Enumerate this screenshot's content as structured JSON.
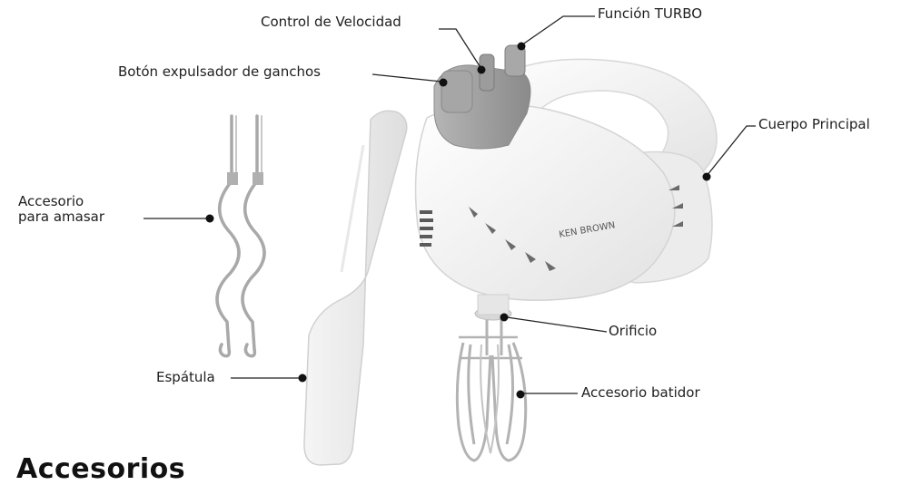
{
  "labels": {
    "speed_control": "Control de Velocidad",
    "turbo": "Función TURBO",
    "eject_button": "Botón expulsador de ganchos",
    "main_body": "Cuerpo Principal",
    "dough_hook_line1": "Accesorio",
    "dough_hook_line2": "para amasar",
    "orifice": "Orificio",
    "spatula": "Espátula",
    "beater": "Accesorio batidor"
  },
  "brand": "KEN BROWN",
  "section_heading": "Accesorios",
  "colors": {
    "body_white": "#f3f3f3",
    "accent_grey": "#9a9a9a",
    "metal": "#b8b8b8",
    "line": "#222222"
  }
}
